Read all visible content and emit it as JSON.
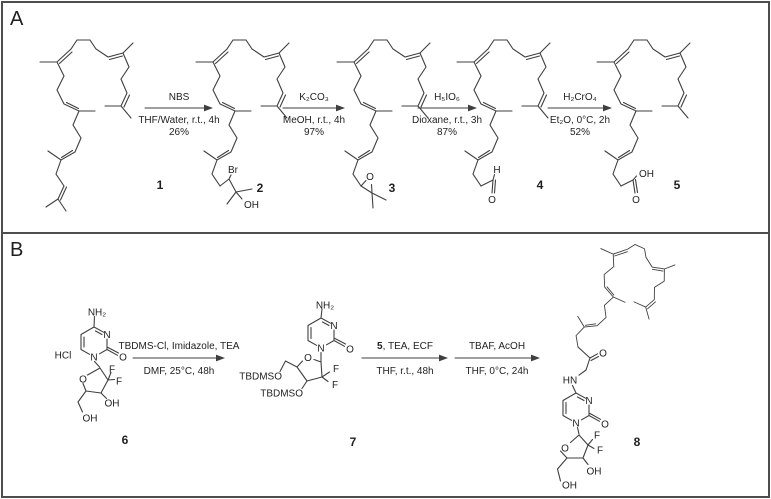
{
  "panels": {
    "a": "A",
    "b": "B"
  },
  "steps": {
    "s1": {
      "reagents": "NBS",
      "conditions": "THF/Water, r.t., 4h",
      "yield": "26%"
    },
    "s2": {
      "reagents": "K₂CO₃",
      "conditions": "MeOH, r.t., 4h",
      "yield": "97%"
    },
    "s3": {
      "reagents": "H₅IO₆",
      "conditions": "Dioxane, r.t., 3h",
      "yield": "87%"
    },
    "s4": {
      "reagents": "H₂CrO₄",
      "conditions": "Et₂O, 0°C, 2h",
      "yield": "52%"
    },
    "s5": {
      "reagents": "TBDMS-Cl, Imidazole, TEA",
      "conditions": "DMF, 25°C, 48h"
    },
    "s6": {
      "reagents_bold": "5",
      "reagents_rest": ", TEA, ECF",
      "conditions": "THF, r.t., 48h"
    },
    "s7": {
      "reagents": "TBAF, AcOH",
      "conditions": "THF, 0°C, 24h"
    }
  },
  "compounds": {
    "c1": {
      "number": "1"
    },
    "c2": {
      "number": "2",
      "labels": {
        "br": "Br",
        "oh": "OH"
      }
    },
    "c3": {
      "number": "3",
      "labels": {
        "o": "O"
      }
    },
    "c4": {
      "number": "4",
      "labels": {
        "h": "H",
        "o": "O"
      }
    },
    "c5": {
      "number": "5",
      "labels": {
        "oh": "OH",
        "o": "O"
      }
    },
    "c6": {
      "number": "6",
      "labels": {
        "hcl": "HCl",
        "nh2": "NH₂",
        "n3": "N",
        "n1": "N",
        "o2": "O",
        "o4": "O",
        "f1": "F",
        "f2": "F",
        "oh3": "OH",
        "oh5": "OH"
      }
    },
    "c7": {
      "number": "7",
      "labels": {
        "nh2": "NH₂",
        "n3": "N",
        "n1": "N",
        "o2": "O",
        "o4": "O",
        "f1": "F",
        "f2": "F",
        "otbdms5": "TBDMSO",
        "otbdms3": "TBDMSO"
      }
    },
    "c8": {
      "number": "8",
      "labels": {
        "oket": "O",
        "hn": "HN",
        "n3": "N",
        "n1": "N",
        "o2": "O",
        "o4": "O",
        "f1": "F",
        "f2": "F",
        "oh3": "OH",
        "oh5": "OH"
      }
    }
  },
  "colors": {
    "line": "#3f3f3f",
    "text": "#1f1f1f",
    "border": "#4d4d4d"
  }
}
